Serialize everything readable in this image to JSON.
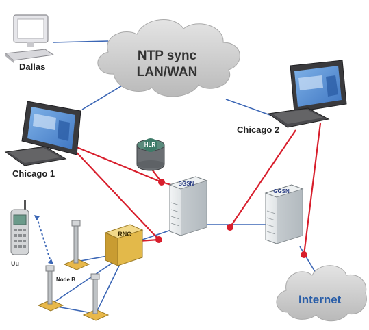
{
  "nodes": {
    "dallas": {
      "label": "Dallas"
    },
    "chicago1": {
      "label": "Chicago 1"
    },
    "chicago2": {
      "label": "Chicago 2"
    },
    "ntp_cloud": {
      "line1": "NTP sync",
      "line2": "LAN/WAN"
    },
    "internet": {
      "label": "Internet"
    },
    "hlr": {
      "label": "HLR"
    },
    "sgsn": {
      "label": "SGSN"
    },
    "ggsn": {
      "label": "GGSN"
    },
    "rnc": {
      "label": "RNC"
    },
    "uu": {
      "label": "Uu"
    },
    "node_b": {
      "label": "Node B"
    }
  },
  "colors": {
    "sync_link": "#d81e2c",
    "network_link": "#3b66b5",
    "cloud": "#cfcfcf",
    "internet_text": "#2a5ea8",
    "rnc_box": "#e3b94a",
    "hlr_disk": "#5a8a7c",
    "server": "#d7dde0"
  }
}
